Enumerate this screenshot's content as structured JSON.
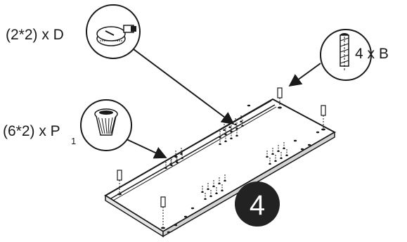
{
  "parts": {
    "d": {
      "qty": "(2*2) x D"
    },
    "p": {
      "qty": "(6*2) x P",
      "sub": "1"
    },
    "b": {
      "qty": "4 x B"
    }
  },
  "step": {
    "number": "4"
  },
  "colors": {
    "ink": "#1a1a1a",
    "board_top": "#ffffff",
    "step_badge": "#222222"
  }
}
